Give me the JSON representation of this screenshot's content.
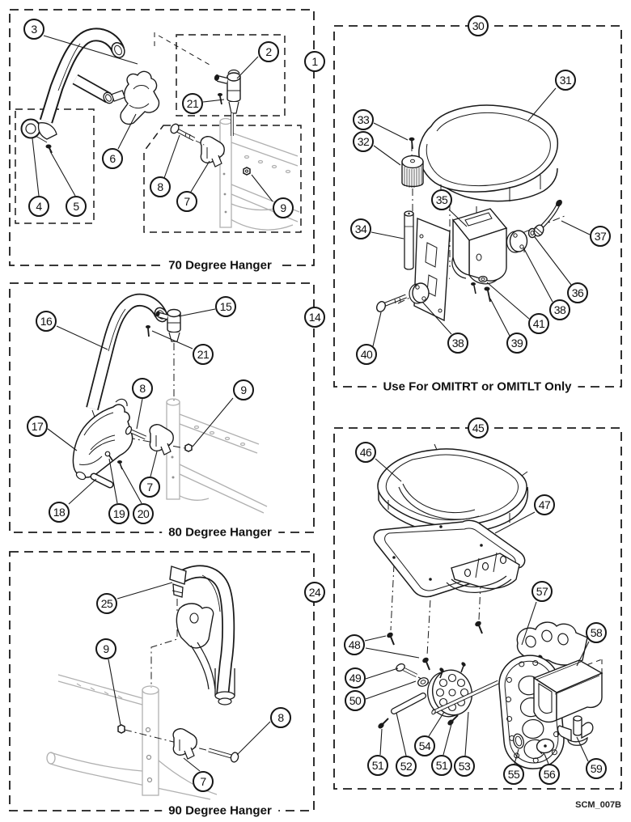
{
  "figure_code": "SCM_007B",
  "colors": {
    "line": "#1a1a1a",
    "frame_gray": "#b0b0b0",
    "background": "#ffffff"
  },
  "panels": [
    {
      "name": "70-degree-hanger",
      "title": "70 Degree Hanger",
      "ref": "1",
      "callouts": [
        {
          "n": "3"
        },
        {
          "n": "2"
        },
        {
          "n": "21"
        },
        {
          "n": "6"
        },
        {
          "n": "4"
        },
        {
          "n": "5"
        },
        {
          "n": "8"
        },
        {
          "n": "7"
        },
        {
          "n": "9"
        }
      ]
    },
    {
      "name": "80-degree-hanger",
      "title": "80 Degree Hanger",
      "ref": "14",
      "callouts": [
        {
          "n": "16"
        },
        {
          "n": "15"
        },
        {
          "n": "21"
        },
        {
          "n": "8"
        },
        {
          "n": "9"
        },
        {
          "n": "17"
        },
        {
          "n": "7"
        },
        {
          "n": "18"
        },
        {
          "n": "19"
        },
        {
          "n": "20"
        }
      ]
    },
    {
      "name": "90-degree-hanger",
      "title": "90 Degree Hanger",
      "ref": "24",
      "callouts": [
        {
          "n": "25"
        },
        {
          "n": "9"
        },
        {
          "n": "8"
        },
        {
          "n": "7"
        }
      ]
    },
    {
      "name": "omit-seat-assembly",
      "title": "Use For OMITRT or OMITLT Only",
      "ref": "30",
      "callouts": [
        {
          "n": "31"
        },
        {
          "n": "33"
        },
        {
          "n": "32"
        },
        {
          "n": "35"
        },
        {
          "n": "34"
        },
        {
          "n": "37"
        },
        {
          "n": "36"
        },
        {
          "n": "38"
        },
        {
          "n": "41"
        },
        {
          "n": "39"
        },
        {
          "n": "38"
        },
        {
          "n": "40"
        }
      ]
    },
    {
      "name": "footplate-assembly",
      "title": "",
      "ref": "45",
      "callouts": [
        {
          "n": "46"
        },
        {
          "n": "47"
        },
        {
          "n": "57"
        },
        {
          "n": "58"
        },
        {
          "n": "48"
        },
        {
          "n": "49"
        },
        {
          "n": "50"
        },
        {
          "n": "54"
        },
        {
          "n": "51"
        },
        {
          "n": "52"
        },
        {
          "n": "51"
        },
        {
          "n": "53"
        },
        {
          "n": "55"
        },
        {
          "n": "56"
        },
        {
          "n": "59"
        }
      ]
    }
  ]
}
